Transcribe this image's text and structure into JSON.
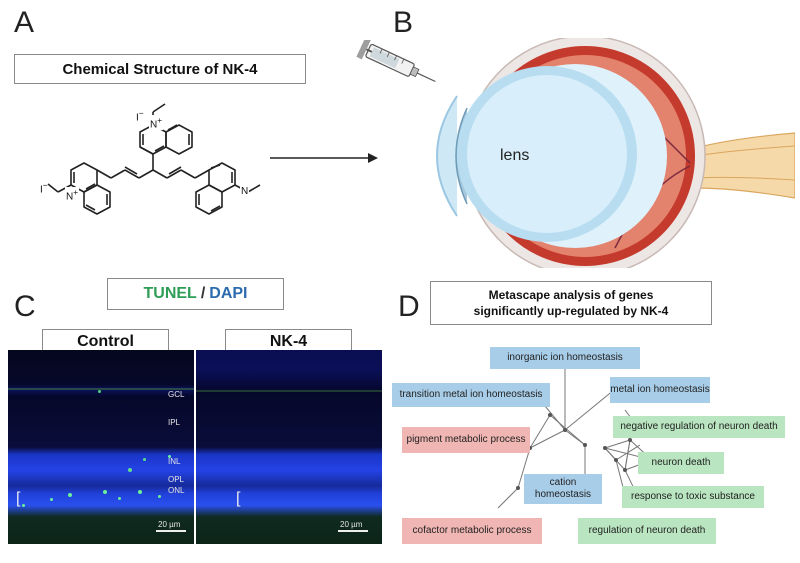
{
  "panels": {
    "a": "A",
    "b": "B",
    "c": "C",
    "d": "D"
  },
  "panel_a": {
    "title": "Chemical Structure of NK-4",
    "iodide": "I",
    "minus": "−",
    "plus": "+",
    "nitrogen": "N"
  },
  "panel_b": {
    "lens_label": "lens"
  },
  "panel_c": {
    "stain_tunel": "TUNEL",
    "stain_sep": "/",
    "stain_dapi": "DAPI",
    "control_label": "Control",
    "treated_label": "NK-4",
    "layers": [
      "GCL",
      "IPL",
      "INL",
      "OPL",
      "ONL"
    ],
    "scale_bar": "20 µm",
    "bracket": "["
  },
  "panel_d": {
    "title_line1": "Metascape analysis of genes",
    "title_line2": "significantly up-regulated by NK-4",
    "nodes": {
      "inorganic": "inorganic ion homeostasis",
      "transition": "transition metal ion homeostasis",
      "metal": "metal ion homeostasis",
      "pigment": "pigment metabolic process",
      "cation": "cation homeostasis",
      "neg_neuron": "negative regulation of neuron death",
      "neuron_death": "neuron death",
      "toxic": "response to toxic substance",
      "cofactor": "cofactor metabolic process",
      "reg_neuron": "regulation of neuron death"
    }
  },
  "colors": {
    "tunel_green": "#2e9e57",
    "dapi_blue": "#2d6bb0",
    "node_blue": "#a8cde8",
    "node_pink": "#f0b6b3",
    "node_green": "#b9e5c0"
  }
}
